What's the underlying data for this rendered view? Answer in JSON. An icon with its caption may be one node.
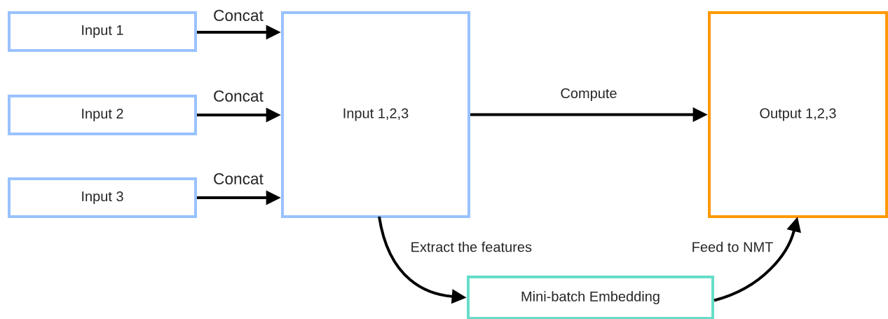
{
  "diagram": {
    "nodes": [
      {
        "text": [
          "Input 1"
        ]
      },
      {
        "text": [
          "Input 2"
        ]
      },
      {
        "text": [
          "Input 3"
        ]
      },
      {
        "text": [
          "Input 1,2,3"
        ]
      },
      {
        "text": [
          "Output 1,2,3"
        ]
      },
      {
        "text": [
          "Mini-batch Embedding"
        ]
      }
    ],
    "edges": [
      {
        "from": 0,
        "to": 3,
        "arrow": "to",
        "label": "Concat"
      },
      {
        "from": 1,
        "to": 3,
        "arrow": "to",
        "label": "Concat"
      },
      {
        "from": 2,
        "to": 3,
        "arrow": "to",
        "label": "Concat"
      },
      {
        "from": 3,
        "to": 4,
        "arrow": "to",
        "label": "Compute"
      },
      {
        "from": 3,
        "to": 5,
        "arrow": "to",
        "label": "Extract the features"
      },
      {
        "from": 5,
        "to": 4,
        "arrow": "to",
        "label": "Feed to NMT"
      }
    ]
  }
}
